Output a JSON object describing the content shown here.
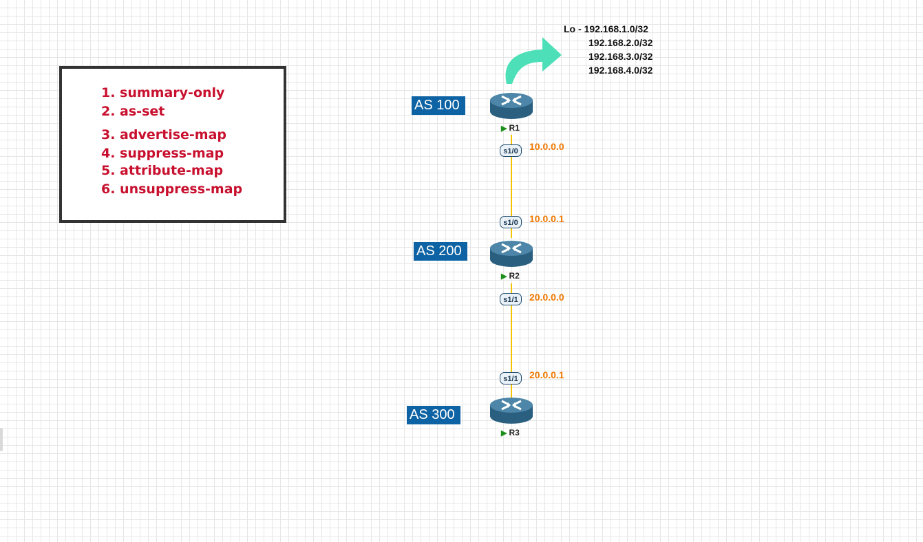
{
  "features": [
    "1. summary-only",
    "2. as-set",
    "3. advertise-map",
    "4. suppress-map",
    "5. attribute-map",
    "6. unsuppress-map"
  ],
  "loopbacks": {
    "prefix": "Lo - 192.168.1.0/32",
    "lines": [
      "192.168.2.0/32",
      "192.168.3.0/32",
      "192.168.4.0/32"
    ]
  },
  "routers": [
    {
      "name": "R1",
      "as": "AS 100"
    },
    {
      "name": "R2",
      "as": "AS 200"
    },
    {
      "name": "R3",
      "as": "AS 300"
    }
  ],
  "links": [
    {
      "a_iface": "s1/0",
      "a_ip": "10.0.0.0",
      "b_iface": "s1/0",
      "b_ip": "10.0.0.1"
    },
    {
      "a_iface": "s1/1",
      "a_ip": "20.0.0.0",
      "b_iface": "s1/1",
      "b_ip": "20.0.0.1"
    }
  ],
  "colors": {
    "as_label_bg": "#0e63a4",
    "feature_text": "#c8102e",
    "ip_text": "#f07800",
    "link": "#f5c400",
    "arrow": "#4de0b8"
  },
  "icons": {
    "router": "router-icon",
    "arrow": "curved-arrow-icon",
    "status": "play-icon"
  }
}
